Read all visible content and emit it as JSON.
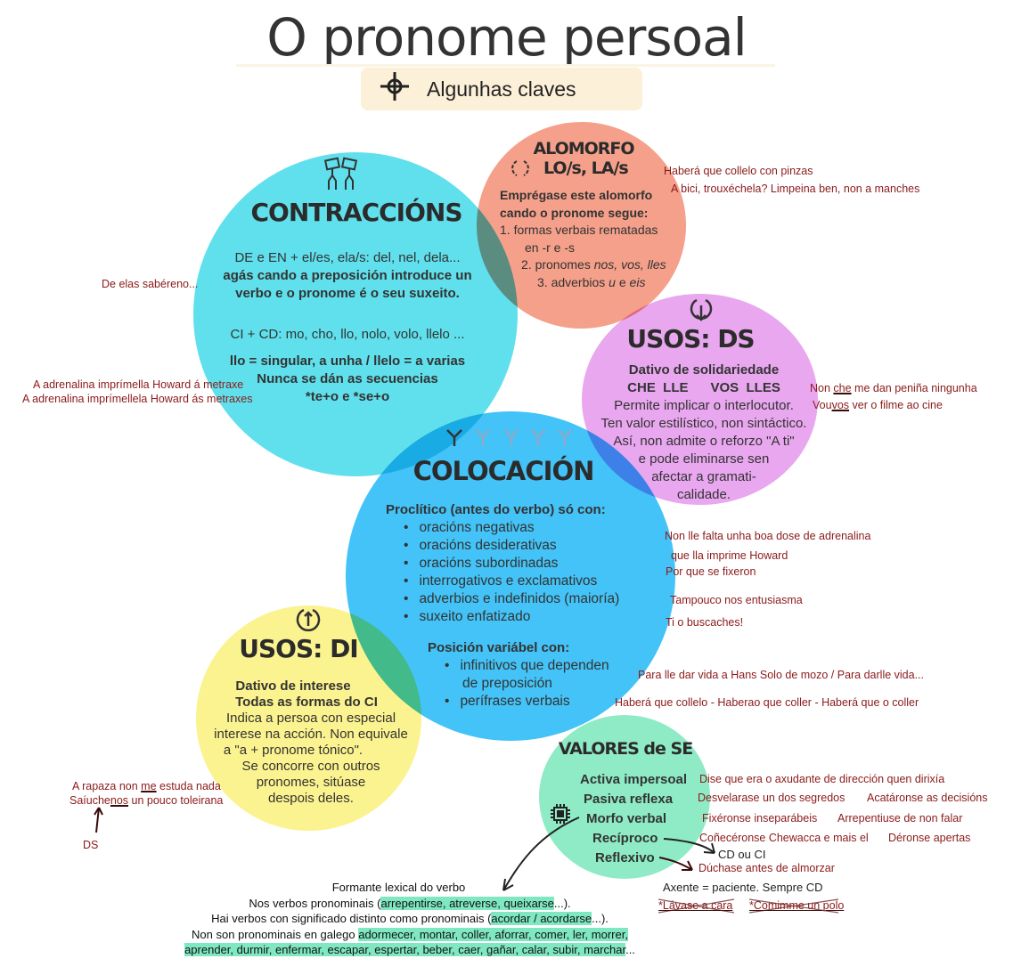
{
  "title": "O pronome persoal",
  "subtitle": "Algunhas claves",
  "colors": {
    "contraccions": "#5fe0ec",
    "alomorfo": "#f5a08a",
    "ds": "#e8a7ef",
    "colocacion": "#43c3f7",
    "di": "#fbf38f",
    "se": "#8eebc6",
    "example": "#8b1a1a",
    "highlight": "#7fe8c2"
  },
  "contraccions": {
    "heading": "CONTRACCIÓNS",
    "l1": "DE e EN + el/es, ela/s: del, nel, dela...",
    "l2": "agás cando a preposición introduce un",
    "l3": "verbo e o pronome é o seu suxeito.",
    "l4": "CI + CD: mo, cho, llo, nolo, volo, llelo ...",
    "l5": "llo = singular, a unha / llelo = a varias",
    "l6": "Nunca se dán as secuencias",
    "l7": "*te+o  e  *se+o"
  },
  "alomorfo": {
    "heading1": "ALOMORFO",
    "heading2": "LO/s, LA/s",
    "l1": "Emprégase este alomorfo",
    "l2": "cando o pronome segue:",
    "l3": "1. formas verbais rematadas",
    "l4": "en -r e -s",
    "l5a": "2. pronomes ",
    "l5b": "nos, vos, lles",
    "l6a": "3. adverbios ",
    "l6b": "u",
    "l6c": " e ",
    "l6d": "eis"
  },
  "ds": {
    "heading": "USOS: DS",
    "l1": "Dativo de solidariedade",
    "l2": "CHE  LLE      VOS  LLES",
    "l3": "Permite implicar o interlocutor.",
    "l4": "Ten valor estilístico, non sintáctico.",
    "l5": "Así, non admite o reforzo \"A ti\"",
    "l6": "e pode eliminarse sen",
    "l7": "afectar a gramati-",
    "l8": "calidade."
  },
  "colocacion": {
    "heading": "COLOCACIÓN",
    "proclitic": "Proclítico (antes do verbo) só con:",
    "items": [
      "oracións negativas",
      "oracións desiderativas",
      "oracións subordinadas",
      "interrogativos e exclamativos",
      "adverbios e indefinidos (maioría)",
      "suxeito enfatizado"
    ],
    "variable": "Posición variábel con:",
    "var_items": [
      "infinitivos que dependen de preposición",
      "perífrases verbais"
    ]
  },
  "di": {
    "heading": "USOS: DI",
    "l1": "Dativo de interese",
    "l2": "Todas as formas do CI",
    "l3": "Indica a persoa con especial",
    "l4": "interese na acción. Non equivale",
    "l5": "a \"a + pronome tónico\".",
    "l6": "Se concorre con outros",
    "l7": "pronomes, sitúase",
    "l8": "despois deles."
  },
  "se": {
    "heading": "VALORES de SE",
    "items": [
      "Activa impersoal",
      "Pasiva reflexa",
      "Morfo verbal",
      "Recíproco",
      "Reflexivo"
    ]
  },
  "examples": {
    "alomorfo1": "Haberá que collelo con pinzas",
    "alomorfo2": "A bici, trouxéchela? Limpeina ben, non a manches",
    "contr1": "De elas sabéreno...",
    "contr2": "A adrenalina imprímella Howard á metraxe",
    "contr3": "A adrenalina imprímellela Howard ás metraxes",
    "ds1a": "Non ",
    "ds1b": "che",
    "ds1c": " me dan peniña ningunha",
    "ds2a": "Vouvos",
    "ds2b": "",
    "ds2c": " ver o filme ao cine",
    "col1": "Non lle falta unha boa dose de adrenalina",
    "col2": "que lla imprime Howard",
    "col3": "Por que se fixeron",
    "col4": "Tampouco nos entusiasma",
    "col5": "Ti o buscaches!",
    "col6": "Para lle dar vida a Hans Solo de mozo  / Para darlle vida...",
    "col7": "Haberá que collelo - Haberao que coller - Haberá que o coller",
    "di1a": "A rapaza non ",
    "di1b": "me",
    "di1c": " estuda nada",
    "di2a": "Saíuche",
    "di2b": "nos",
    "di2c": " un pouco toleirana",
    "di_label": "DS",
    "se1": "Dise que era o axudante de dirección quen dirixía",
    "se2a": "Desvelarase un dos segredos",
    "se2b": "Acatáronse as decisións",
    "se3a": "Fixéronse inseparábeis",
    "se3b": "Arrepentiuse de non falar",
    "se4a": "Coñecéronse Chewacca e mais el",
    "se4b": "Déronse apertas",
    "se_cd": "CD ou CI",
    "se5": "Dúchase antes de almorzar",
    "se_axente": "Axente = paciente. Sempre CD",
    "se_bad1": "*Lávase a cara",
    "se_bad2": "*Comimme un polo"
  },
  "bottom": {
    "l1": "Formante lexical do verbo",
    "l2a": "Nos verbos pronominais (",
    "l2b": "arrepentirse, atreverse, queixarse",
    "l2c": "...).",
    "l3a": "Hai verbos con significado distinto como pronominais (",
    "l3b": "acordar / acordarse",
    "l3c": "...).",
    "l4a": "Non son pronominais en galego ",
    "l4b": "adormecer, montar, coller, aforrar, comer, ler, morrer,",
    "l5a": "aprender, durmir, enfermar, escapar, espertar, beber, caer, gañar, calar, subir, marchar",
    "l5b": "..."
  }
}
